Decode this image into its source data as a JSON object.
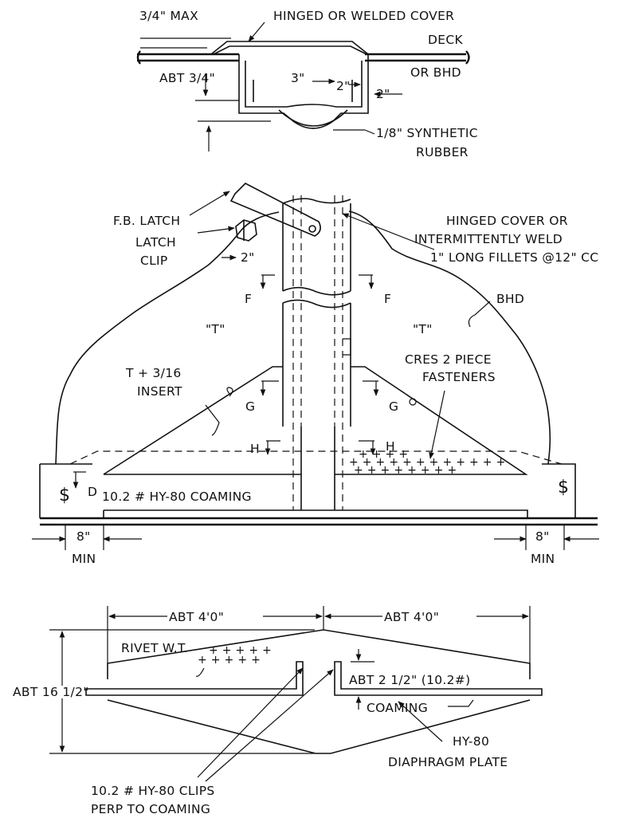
{
  "top_detail": {
    "max_label": "3/4\" MAX",
    "cover_label": "HINGED OR WELDED COVER",
    "deck_label": "DECK",
    "bhd_label": "OR BHD",
    "abt_label": "ABT 3/4\"",
    "dim_3": "3\"",
    "dim_2a": "2\"",
    "dim_2b": "2\"",
    "rubber_label_1": "1/8\" SYNTHETIC",
    "rubber_label_2": "RUBBER"
  },
  "middle_detail": {
    "latch_label": "F.B. LATCH",
    "clip_label_1": "LATCH",
    "clip_label_2": "CLIP",
    "clip_dim": "2\"",
    "cover_label_1": "HINGED COVER OR",
    "cover_label_2": "INTERMITTENTLY WELD",
    "cover_label_3": "1\" LONG FILLETS @12\" CC",
    "bhd_label": "BHD",
    "t_left": "\"T\"",
    "t_right": "\"T\"",
    "section_f": "F",
    "section_g": "G",
    "section_h": "H",
    "section_d": "D",
    "insert_label_1": "T + 3/16",
    "insert_label_2": "INSERT",
    "fastener_label_1": "CRES 2 PIECE",
    "fastener_label_2": "FASTENERS",
    "coaming_label": "10.2 # HY-80 COAMING",
    "s_mark": "$",
    "min_dim": "8\"",
    "min_label": "MIN"
  },
  "bottom_detail": {
    "width_left": "ABT 4'0\"",
    "width_right": "ABT 4'0\"",
    "rivet_label": "RIVET W.T.",
    "height_label": "ABT 16 1/2\"",
    "coaming_dim": "ABT 2 1/2\" (10.2#)",
    "coaming_label": "COAMING",
    "plate_label_1": "HY-80",
    "plate_label_2": "DIAPHRAGM PLATE",
    "clips_label_1": "10.2 # HY-80 CLIPS",
    "clips_label_2": "PERP TO COAMING"
  }
}
